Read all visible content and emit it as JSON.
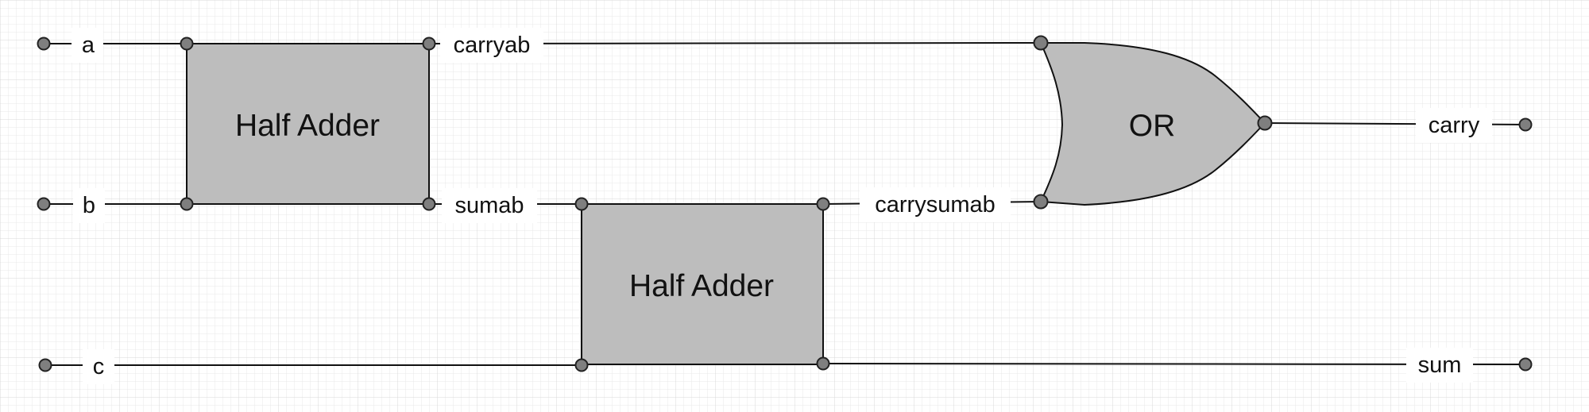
{
  "diagram": {
    "inputs": {
      "a": "a",
      "b": "b",
      "c": "c"
    },
    "outputs": {
      "carry": "carry",
      "sum": "sum"
    },
    "signals": {
      "carryab": "carryab",
      "sumab": "sumab",
      "carrysumab": "carrysumab"
    },
    "blocks": {
      "half_adder_1": "Half Adder",
      "half_adder_2": "Half Adder",
      "or_gate": "OR"
    },
    "colors": {
      "grid": "#e6e6e6",
      "grid_major": "#d4d4d4",
      "block_fill": "#bdbdbd",
      "pin_fill": "#7f7f7f",
      "wire": "#111111"
    }
  }
}
